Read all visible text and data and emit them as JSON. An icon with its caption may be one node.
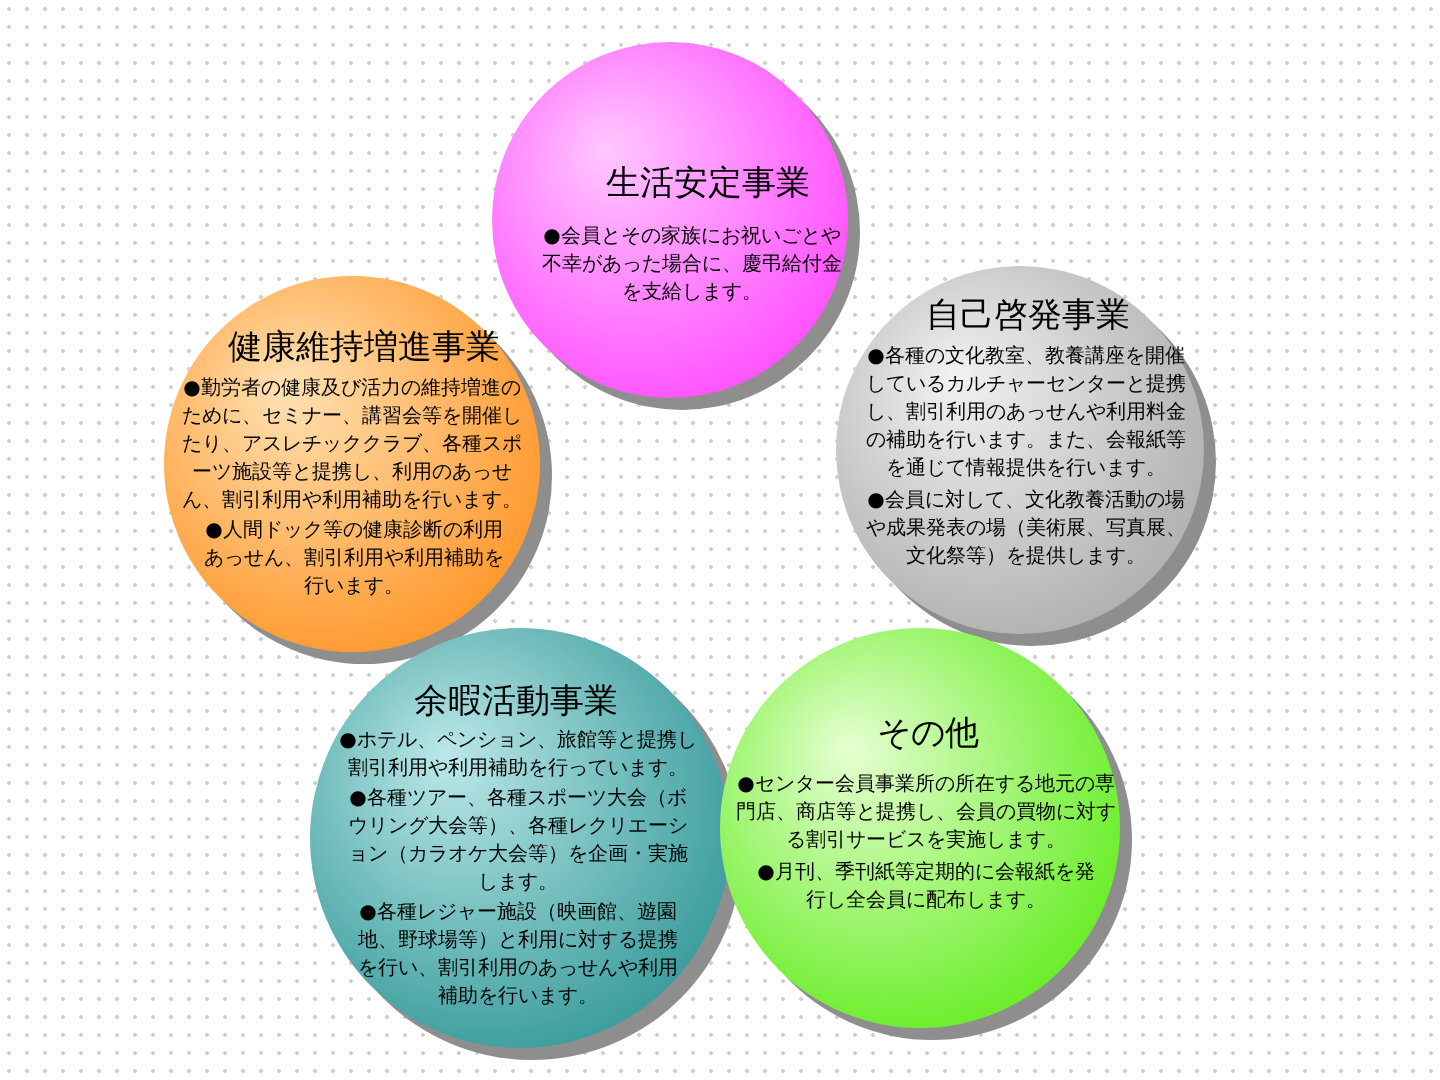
{
  "diagram": {
    "nodes": [
      {
        "text": [
          "生活安定事業",
          "●会員とその家族にお祝いごとや不幸があった場合に、慶弔給付金を支給します。"
        ]
      },
      {
        "text": [
          "自己啓発事業",
          "●各種の文化教室、教養講座を開催しているカルチャーセンターと提携し、割引利用のあっせんや利用料金の補助を行います。また、会報紙等を通じて情報提供を行います。",
          "●会員に対して、文化教養活動の場や成果発表の場（美術展、写真展、文化祭等）を提供します。"
        ]
      },
      {
        "text": [
          "健康維持増進事業",
          "●勤労者の健康及び活力の維持増進のために、セミナー、講習会等を開催したり、アスレチッククラブ、各種スポーツ施設等と提携し、利用のあっせん、割引利用や利用補助を行います。",
          "●人間ドック等の健康診断の利用あっせん、割引利用や利用補助を行います。"
        ]
      },
      {
        "text": [
          "余暇活動事業",
          "●ホテル、ペンション、旅館等と提携し割引利用や利用補助を行っています。",
          "●各種ツアー、各種スポーツ大会（ボウリング大会等）、各種レクリエーション（カラオケ大会等）を企画・実施します。",
          "●各種レジャー施設（映画館、遊園地、野球場等）と利用に対する提携を行い、割引利用のあっせんや利用補助を行います。"
        ]
      },
      {
        "text": [
          "その他",
          "●センター会員事業所の所在する地元の専門店、商店等と提携し、会員の買物に対する割引サービスを実施します。",
          "●月刊、季刊紙等定期的に会報紙を発行し全会員に配布します。"
        ]
      }
    ]
  }
}
